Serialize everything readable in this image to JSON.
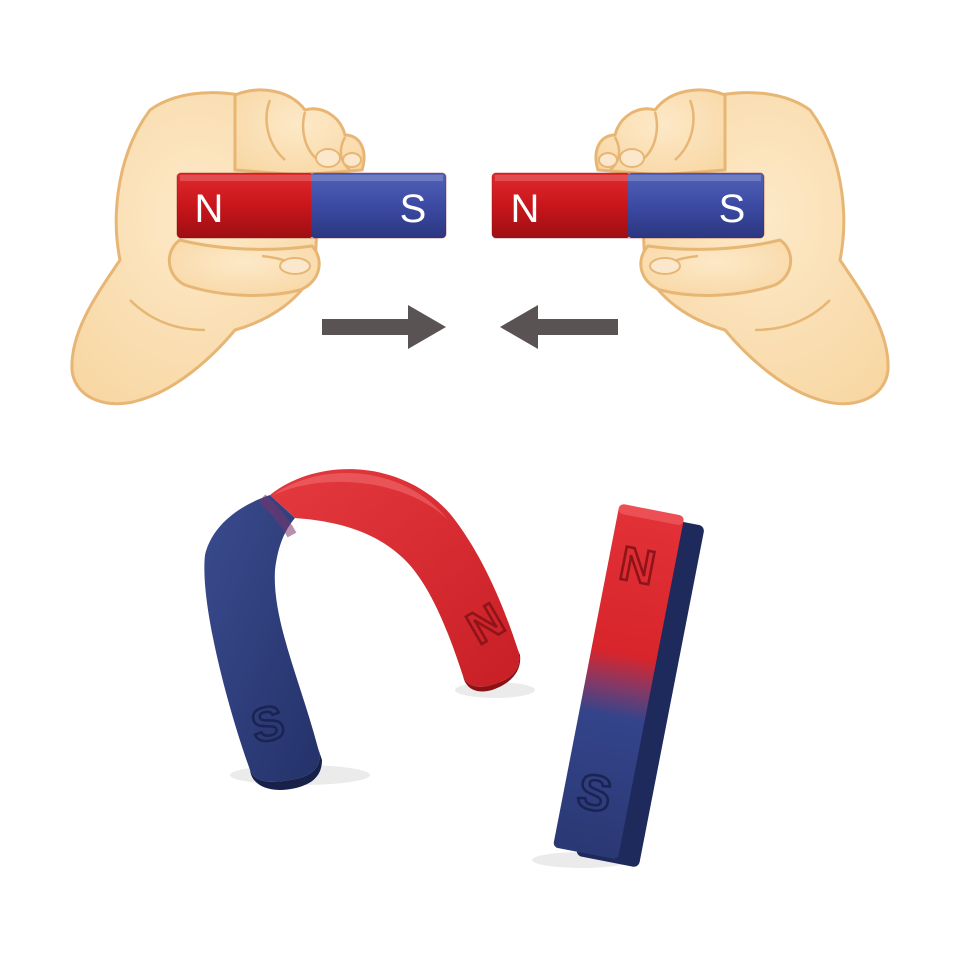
{
  "top_illustration": {
    "left_magnet": {
      "north_label": "N",
      "south_label": "S"
    },
    "right_magnet": {
      "north_label": "N",
      "south_label": "S"
    },
    "arrows": {
      "left": {
        "direction": "right"
      },
      "right": {
        "direction": "left"
      }
    }
  },
  "bottom_photo": {
    "horseshoe_magnet": {
      "north_label": "N",
      "south_label": "S"
    },
    "bar_magnet": {
      "north_label": "N",
      "south_label": "S"
    }
  },
  "colors": {
    "north": "#c8161b",
    "south": "#3c4aa3",
    "skin": "#fbe2b8",
    "skin_outline": "#e8b674",
    "arrow": "#5a5354",
    "photo_red": "#d8252c",
    "photo_blue": "#2f3f80"
  }
}
